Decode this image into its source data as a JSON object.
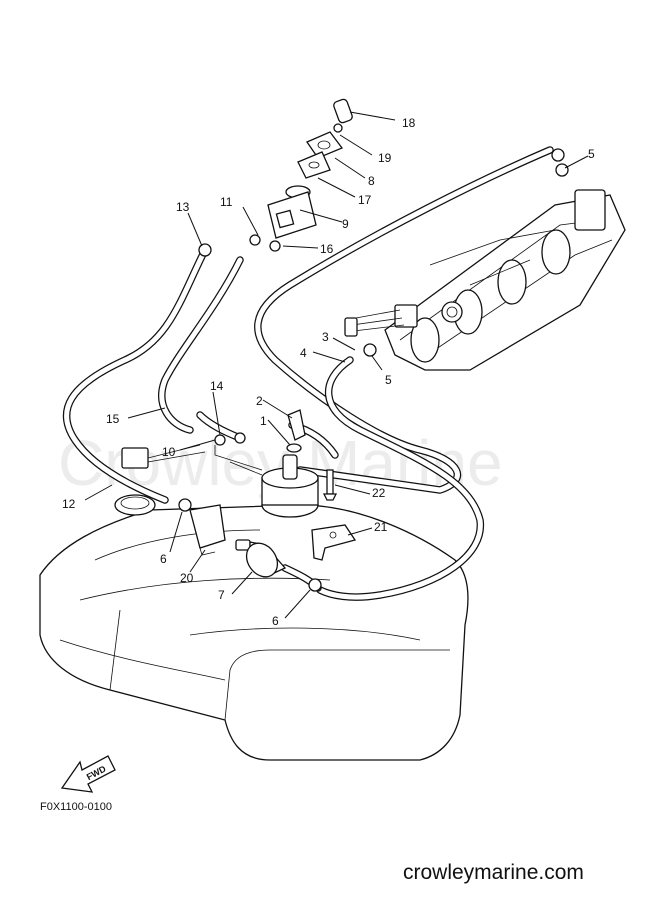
{
  "watermark": "Crowley Marine",
  "figure_code": "F0X1100-0100",
  "site_url": "crowleymarine.com",
  "fwd_label": "FWD",
  "callouts": {
    "c1": "1",
    "c2": "2",
    "c3": "3",
    "c4": "4",
    "c5a": "5",
    "c5b": "5",
    "c6a": "6",
    "c6b": "6",
    "c7": "7",
    "c8": "8",
    "c9": "9",
    "c10": "10",
    "c11": "11",
    "c12": "12",
    "c13": "13",
    "c14": "14",
    "c15": "15",
    "c16": "16",
    "c17": "17",
    "c18": "18",
    "c19": "19",
    "c20": "20",
    "c21": "21",
    "c22": "22"
  }
}
